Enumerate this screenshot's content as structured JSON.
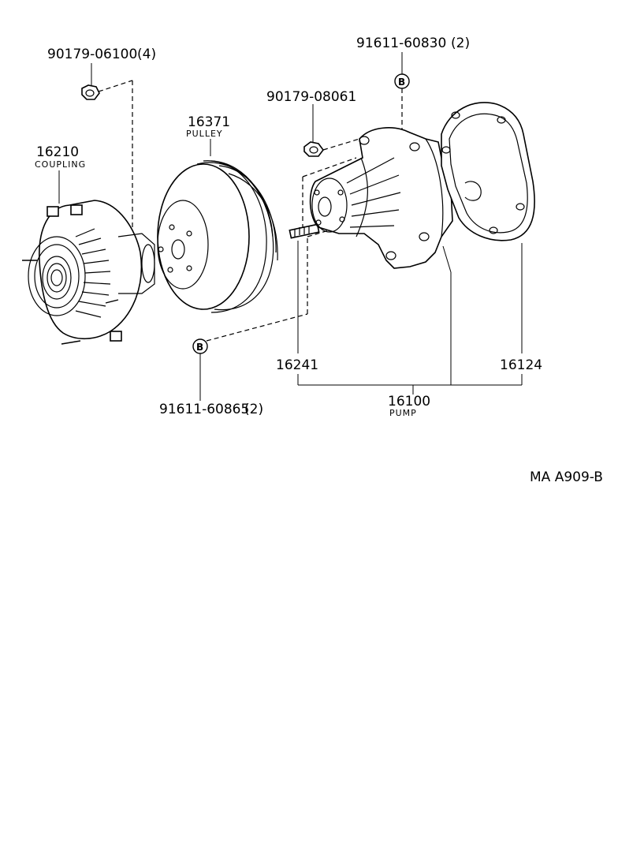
{
  "parts": {
    "nut_top_left": {
      "part_no": "90179-06100",
      "qty": "(4)"
    },
    "bolt_top_right": {
      "part_no": "91611-60830",
      "qty": "(2)"
    },
    "nut_pump": {
      "part_no": "90179-08061"
    },
    "pulley": {
      "part_no": "16371",
      "name": "PULLEY"
    },
    "coupling": {
      "part_no": "16210",
      "name": "COUPLING"
    },
    "stud": {
      "part_no": "16241"
    },
    "gasket": {
      "part_no": "16124"
    },
    "pump": {
      "part_no": "16100",
      "name": "PUMP"
    },
    "bolt_bottom": {
      "part_no": "91611-60865",
      "qty": "(2)"
    }
  },
  "callouts": {
    "b_top": "B",
    "b_bottom": "B"
  },
  "diagram_code": "MA A909-B"
}
